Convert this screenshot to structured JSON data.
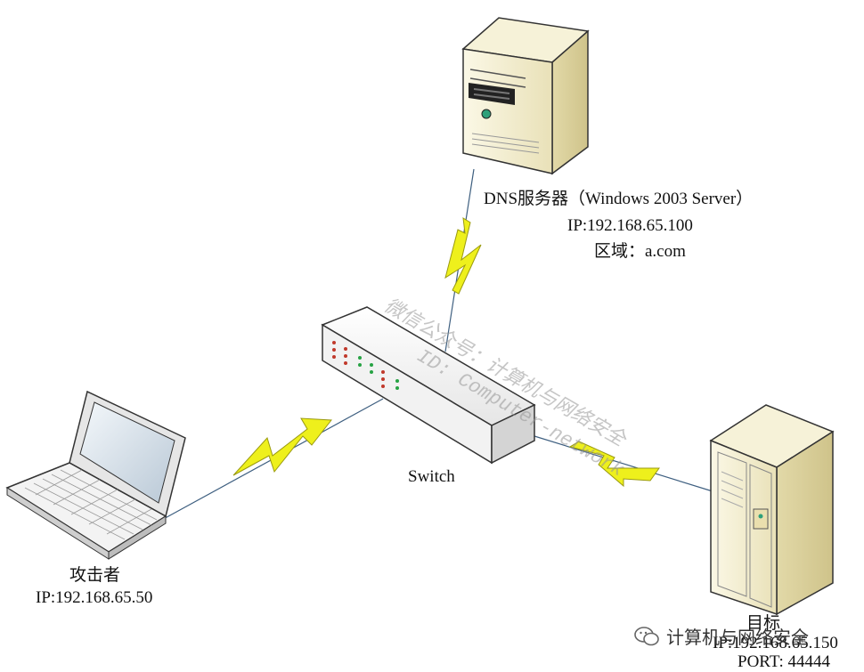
{
  "devices": {
    "dns_server": {
      "title": "DNS服务器（Windows 2003 Server）",
      "ip": "IP:192.168.65.100",
      "zone": "区域：a.com"
    },
    "switch": {
      "label": "Switch"
    },
    "attacker": {
      "title": "攻击者",
      "ip": "IP:192.168.65.50"
    },
    "target": {
      "title": "目标",
      "ip": "IP:192.168.65.150",
      "port": "PORT: 44444"
    }
  },
  "watermark": {
    "line1": "微信公众号：计算机与网络安全",
    "line2": "ID: Computer-network"
  },
  "brand": {
    "text": "计算机与网络安全"
  },
  "colors": {
    "link_bolt": "#f0f020",
    "link_line": "#4a6a8a",
    "device_beige": "#f1eccb",
    "switch_white": "#f4f4f4"
  }
}
